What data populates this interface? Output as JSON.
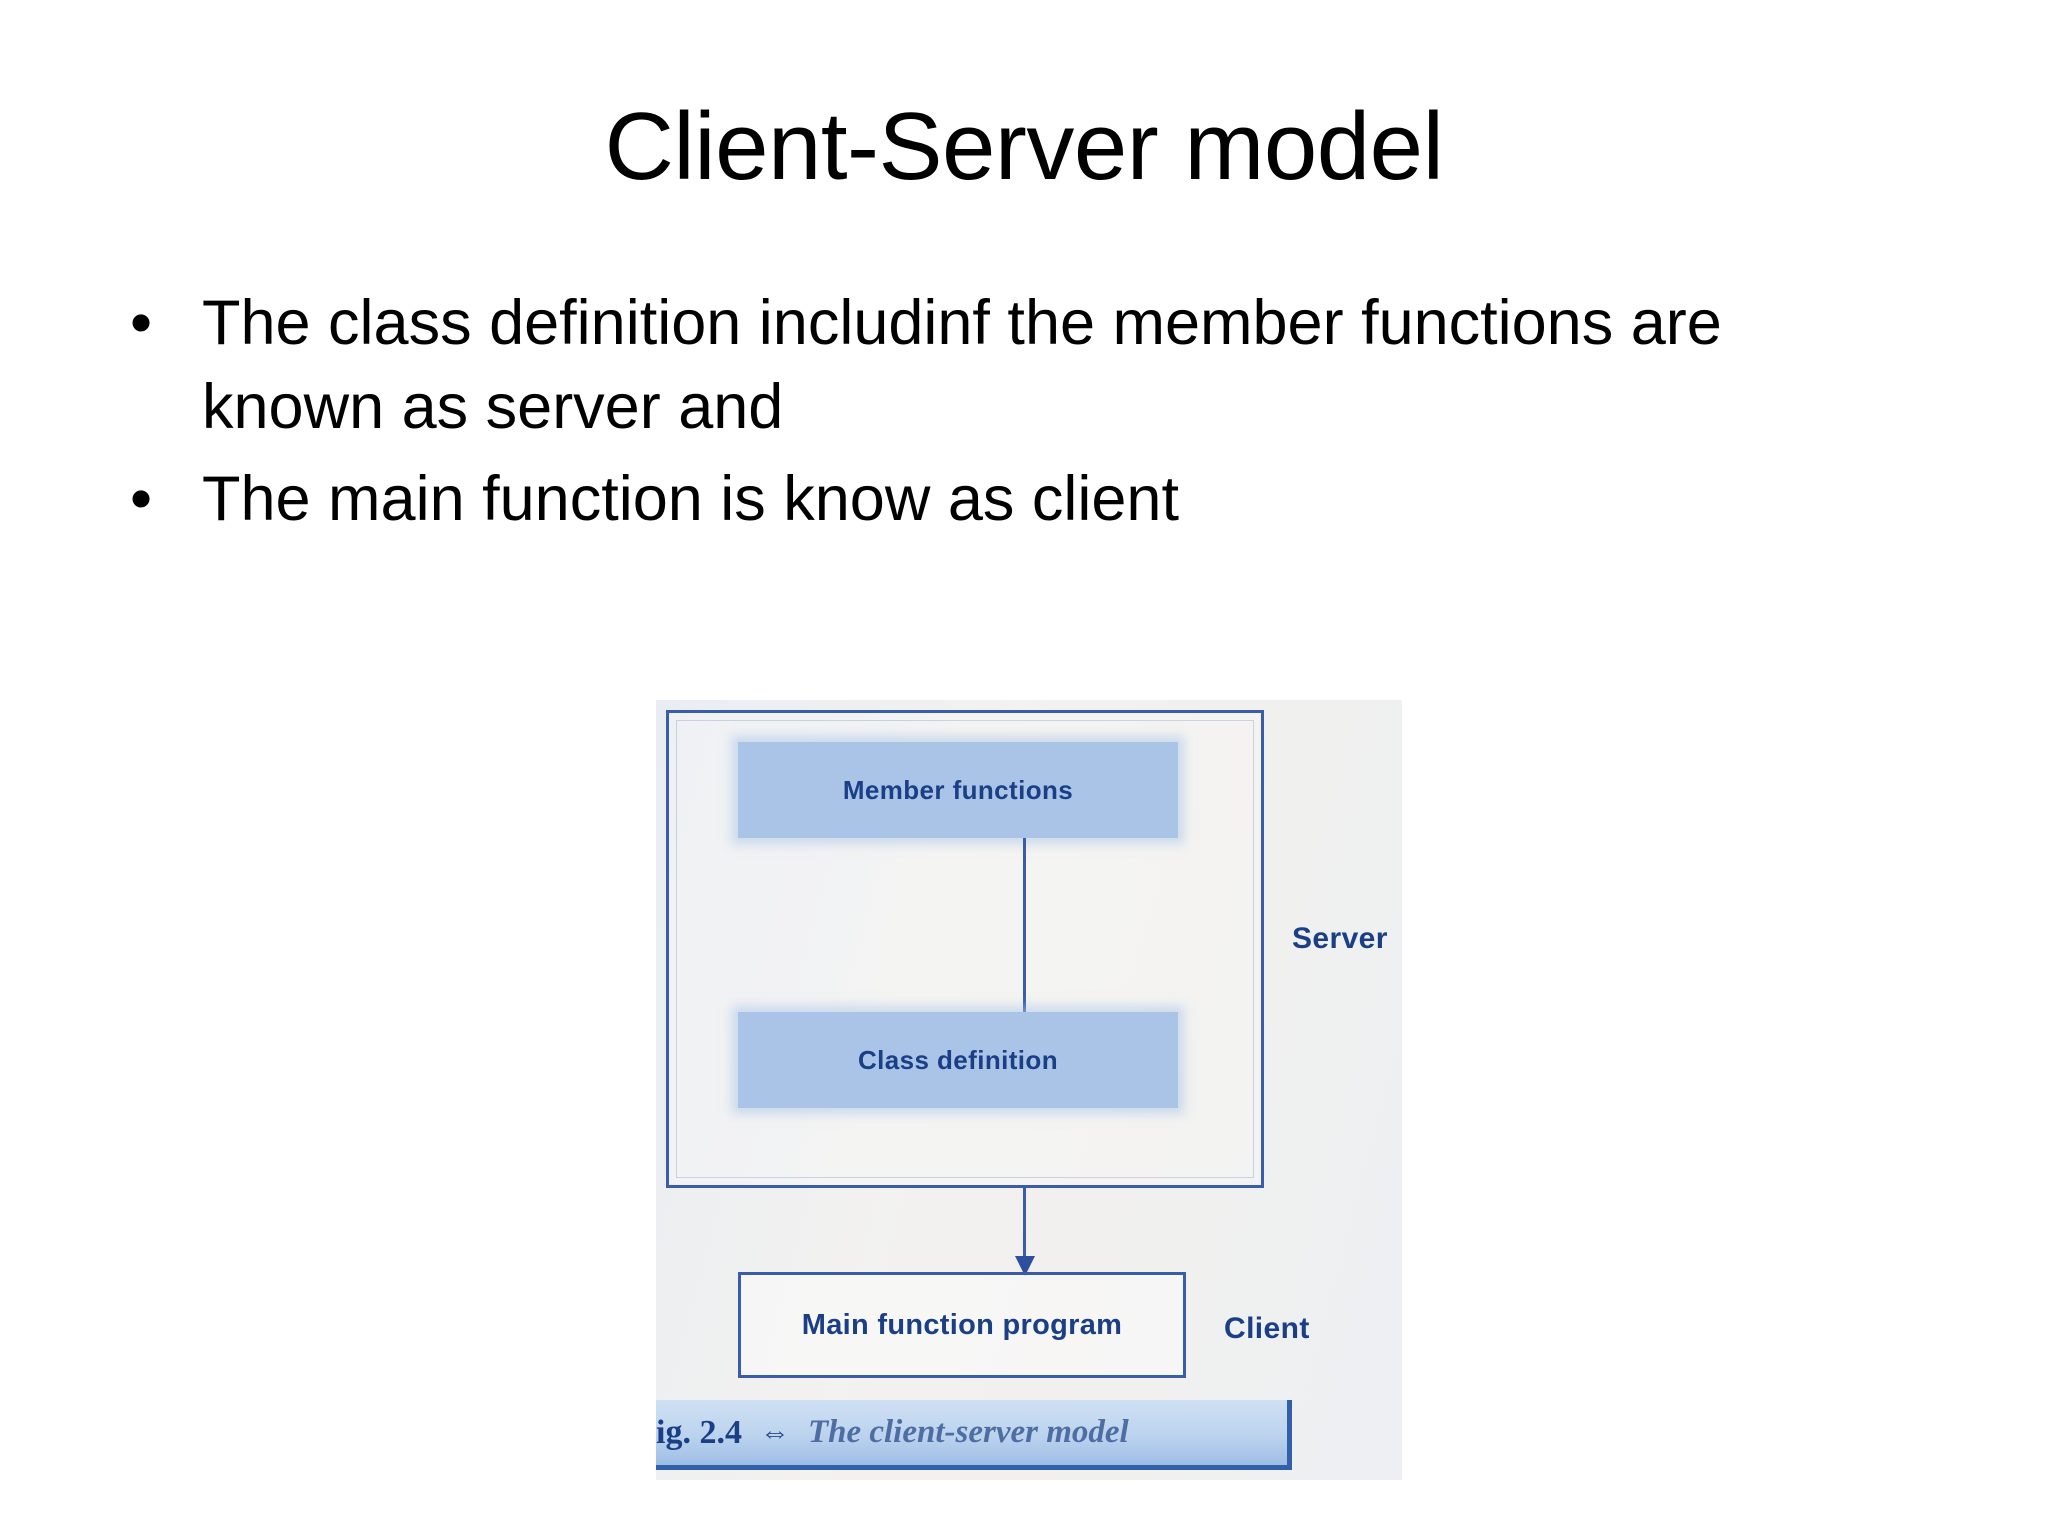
{
  "slide": {
    "title": "Client-Server model",
    "background_color": "#ffffff",
    "text_color": "#000000"
  },
  "body": {
    "bullet_marker": "•",
    "bullets": [
      {
        "text": "The class definition includinf the member functions are known as server and"
      },
      {
        "text": "The main function is know as client"
      }
    ]
  },
  "figure": {
    "accent_color": "#3b5ca8",
    "box_fill_color": "#a9c4e6",
    "label_text_color": "#1b3f86",
    "nodes": {
      "member_functions": "Member functions",
      "class_definition": "Class definition",
      "main_function_program": "Main function program"
    },
    "side_labels": {
      "server": "Server",
      "client": "Client"
    },
    "caption": {
      "figure_number": "ig. 2.4",
      "symbol": "⇔",
      "title": "The client-server model"
    }
  }
}
